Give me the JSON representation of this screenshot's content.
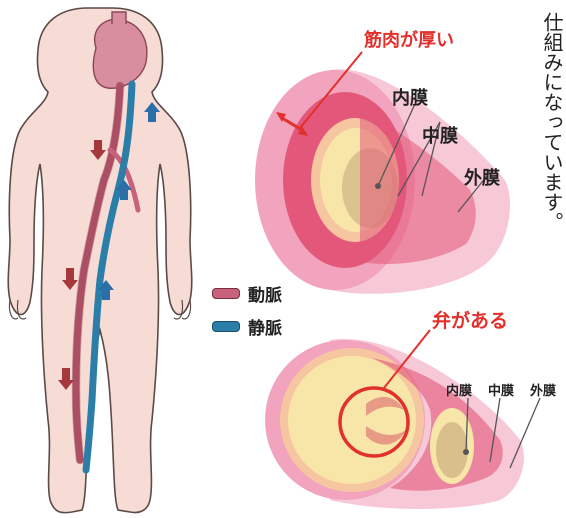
{
  "labels": {
    "thick_muscle": "筋肉が厚い",
    "valve": "弁がある",
    "artery_layers": {
      "inner": "内膜",
      "middle": "中膜",
      "outer": "外膜"
    },
    "vein_layers": {
      "inner": "内膜",
      "middle": "中膜",
      "outer": "外膜"
    }
  },
  "legend": [
    {
      "label": "動脈",
      "color": "#c7627a"
    },
    {
      "label": "静脈",
      "color": "#2a7ea8"
    }
  ],
  "side_text": "仕組みになっています。",
  "colors": {
    "skin": "#f7dcd5",
    "skin_outline": "#5a4a48",
    "heart": "#d98ea0",
    "artery": "#c7627a",
    "vein": "#2a7ea8",
    "arrow_artery": "#a6383b",
    "arrow_vein": "#2a6fa8",
    "vessel_outer": "#f2a3bd",
    "vessel_muscle": "#e3587a",
    "vessel_inner_layer": "#f5c6a0",
    "lumen": "#f7e6a8",
    "accent_red": "#e2302c"
  }
}
